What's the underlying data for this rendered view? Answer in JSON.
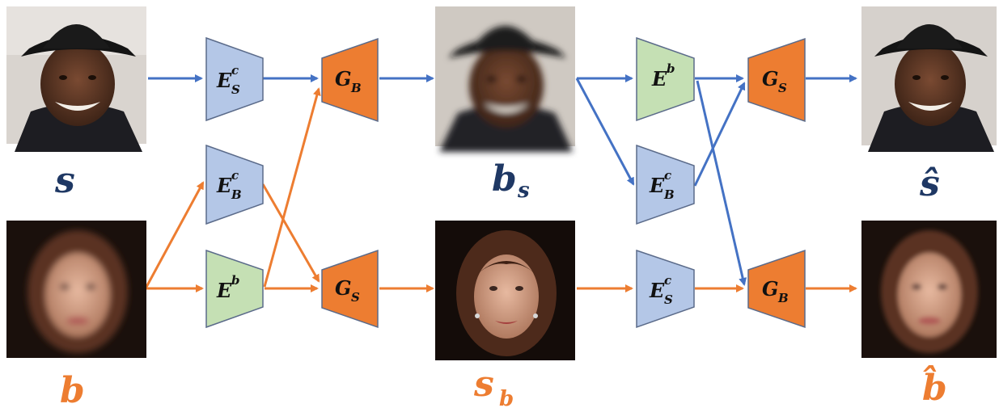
{
  "colors": {
    "blue_arrow": "#4472C4",
    "orange_arrow": "#ED7D31",
    "encoder_blue": "#B4C7E7",
    "encoder_green": "#C5E0B4",
    "generator_orange": "#ED7D31",
    "label_dark": "#1F3864",
    "label_orange": "#ED7D31",
    "stroke": "#5B6B8A"
  },
  "images": {
    "s": {
      "caption": "s",
      "desc": "face-photo-sharp-man-hat"
    },
    "b": {
      "caption": "b",
      "desc": "face-photo-blurry-woman"
    },
    "b_s": {
      "caption_main": "b",
      "caption_sub": "s",
      "desc": "face-photo-blurry-man-hat"
    },
    "s_b": {
      "caption_main": "s",
      "caption_sub": "b",
      "desc": "face-photo-sharp-woman"
    },
    "s_hat": {
      "caption": "ŝ",
      "desc": "face-photo-sharp-man-hat"
    },
    "b_hat": {
      "caption": "b̂",
      "desc": "face-photo-blurry-woman"
    }
  },
  "modules": {
    "e_s_c_1": {
      "main": "E",
      "sup": "c",
      "sub": "S"
    },
    "e_b_c_1": {
      "main": "E",
      "sup": "c",
      "sub": "B"
    },
    "e_b_1": {
      "main": "E",
      "sup": "b"
    },
    "g_b_1": {
      "main": "G",
      "sub": "B"
    },
    "g_s_1": {
      "main": "G",
      "sub": "S"
    },
    "e_b_2": {
      "main": "E",
      "sup": "b"
    },
    "e_b_c_2": {
      "main": "E",
      "sup": "c",
      "sub": "B"
    },
    "e_s_c_2": {
      "main": "E",
      "sup": "c",
      "sub": "S"
    },
    "g_s_2": {
      "main": "G",
      "sub": "S"
    },
    "g_b_2": {
      "main": "G",
      "sub": "B"
    }
  }
}
